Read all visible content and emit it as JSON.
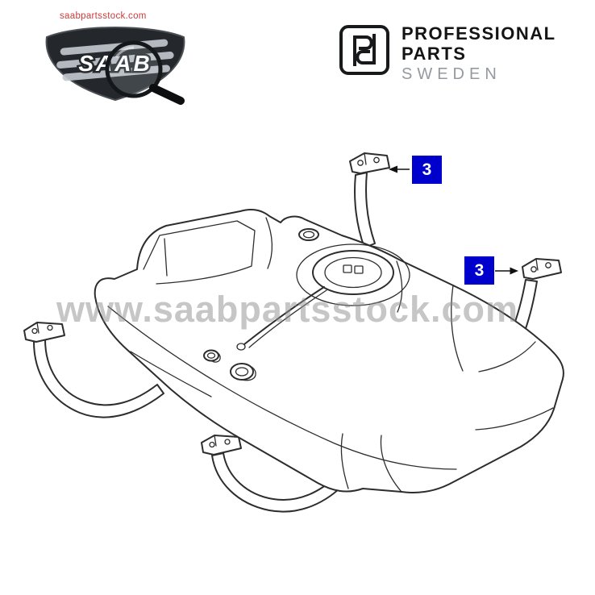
{
  "header": {
    "site_link": "saabpartsstock.com",
    "saab_badge_text": "SAAB",
    "brand": {
      "line1": "PROFESSIONAL",
      "line2": "PARTS",
      "line3": "SWEDEN"
    }
  },
  "diagram": {
    "subject": "fuel-tank-with-mounting-straps",
    "callouts": [
      {
        "label": "3"
      },
      {
        "label": "3"
      }
    ],
    "callout_color": "#0000cc",
    "line_color": "#2d2d2d"
  },
  "watermark": {
    "text": "www.saabpartsstock.com",
    "color": "#8f8f8f"
  },
  "icons": {
    "magnifier": "magnifier-icon",
    "monogram": "professional-parts-monogram-icon"
  }
}
